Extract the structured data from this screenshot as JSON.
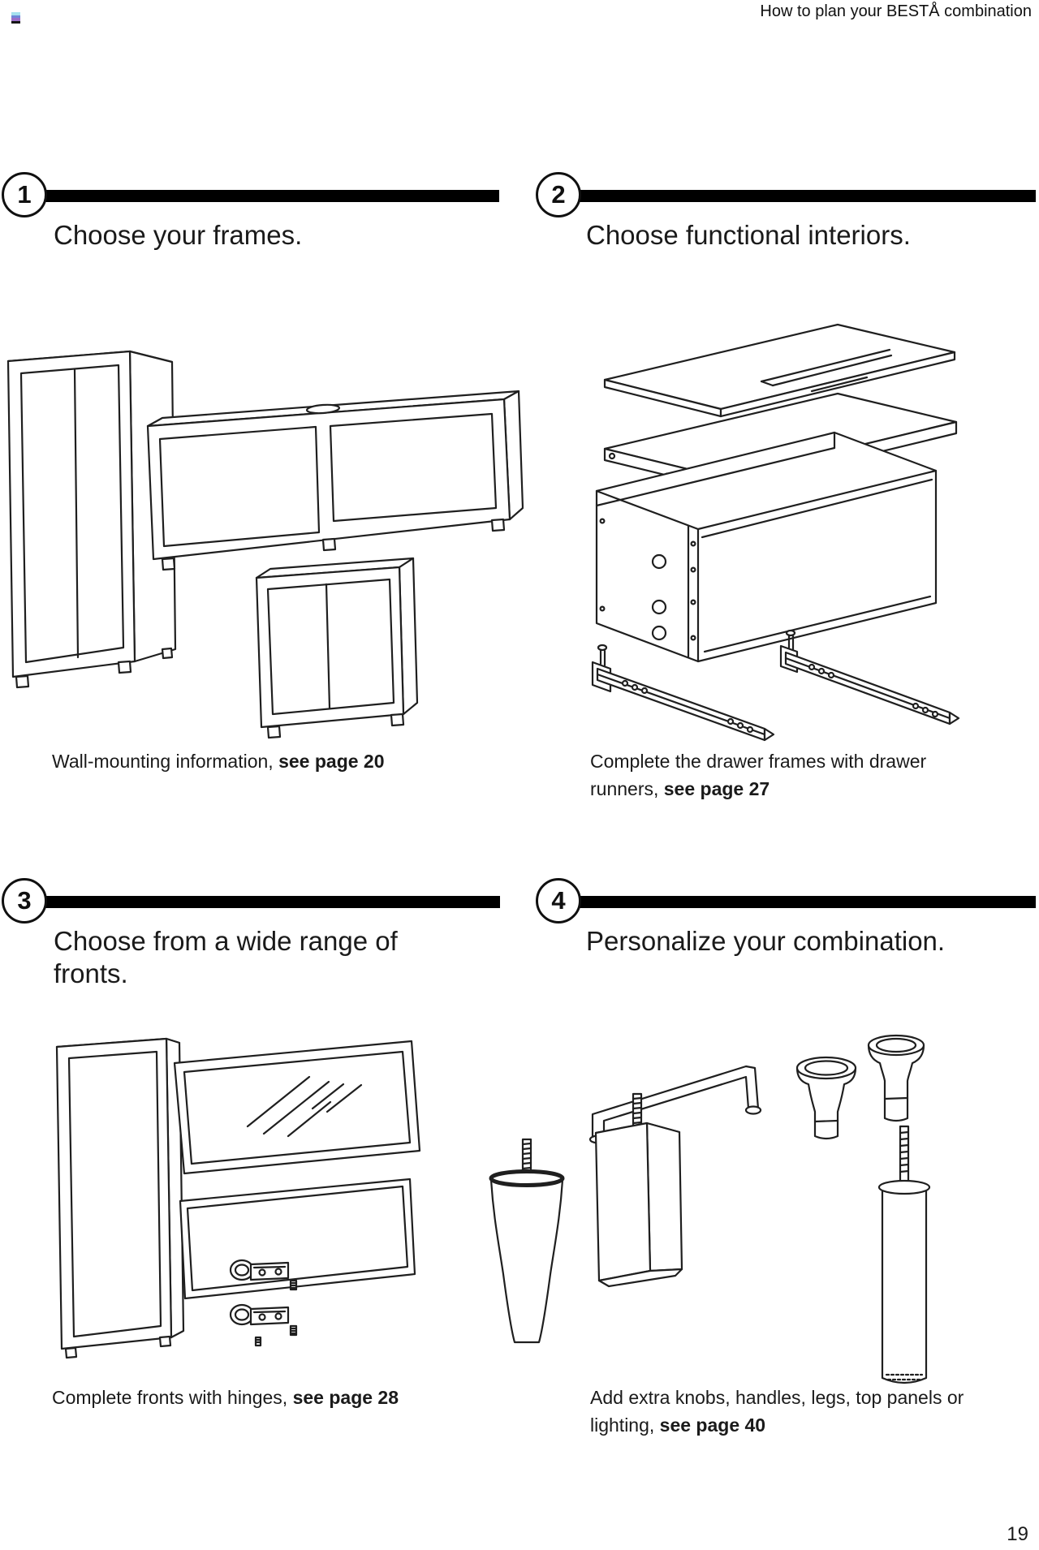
{
  "page": {
    "header_title": "How to plan your BESTÅ combination",
    "page_number": "19"
  },
  "steps": [
    {
      "number": "1",
      "title": "Choose your frames.",
      "caption_text": "Wall-mounting information, ",
      "caption_ref": "see page 20",
      "illustration": "three open storage frames"
    },
    {
      "number": "2",
      "title": "Choose functional interiors.",
      "caption_text": "Complete the drawer frames with drawer runners, ",
      "caption_ref": "see page 27",
      "illustration": "exploded drawer frame with shelves and two drawer runners"
    },
    {
      "number": "3",
      "title": "Choose from a wide range of fronts.",
      "caption_text": "Complete fronts with hinges, ",
      "caption_ref": "see page 28",
      "illustration": "door frame, glass door, drawer front and two hinges"
    },
    {
      "number": "4",
      "title": "Personalize your combination.",
      "caption_text": "Add extra knobs, handles, legs, top panels or lighting, ",
      "caption_ref": "see page 40",
      "illustration": "handle, two knobs and three legs"
    }
  ],
  "decor": {
    "corner_icon_stripe_colors": [
      "#a5e2ee",
      "#6f86d8",
      "#9b6fc8",
      "#151515"
    ],
    "rule_color": "#000000",
    "text_color": "#1a1a1a",
    "line_art_color": "#1f1f1f",
    "background": "#ffffff"
  }
}
